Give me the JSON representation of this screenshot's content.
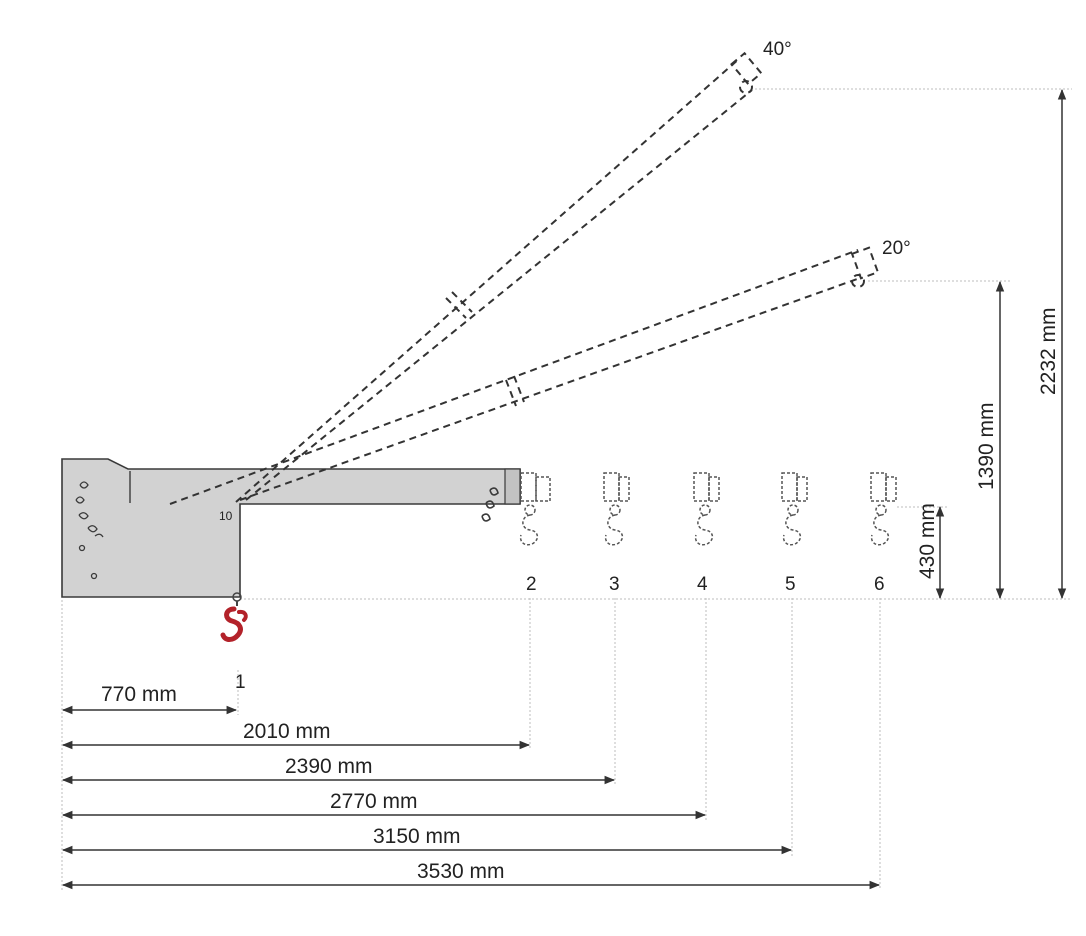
{
  "diagram": {
    "angles": [
      "40°",
      "20°"
    ],
    "positions": [
      "1",
      "2",
      "3",
      "4",
      "5",
      "6"
    ],
    "boom_marker": "10",
    "horizontal_dimensions": [
      "770 mm",
      "2010 mm",
      "2390 mm",
      "2770 mm",
      "3150 mm",
      "3530 mm"
    ],
    "vertical_dimensions": [
      "430 mm",
      "1390 mm",
      "2232 mm"
    ],
    "colors": {
      "crane_fill": "#d2d2d2",
      "outline": "#3a3a3a",
      "hook": "#b3222a",
      "guide_line": "#bdbdbd"
    }
  }
}
